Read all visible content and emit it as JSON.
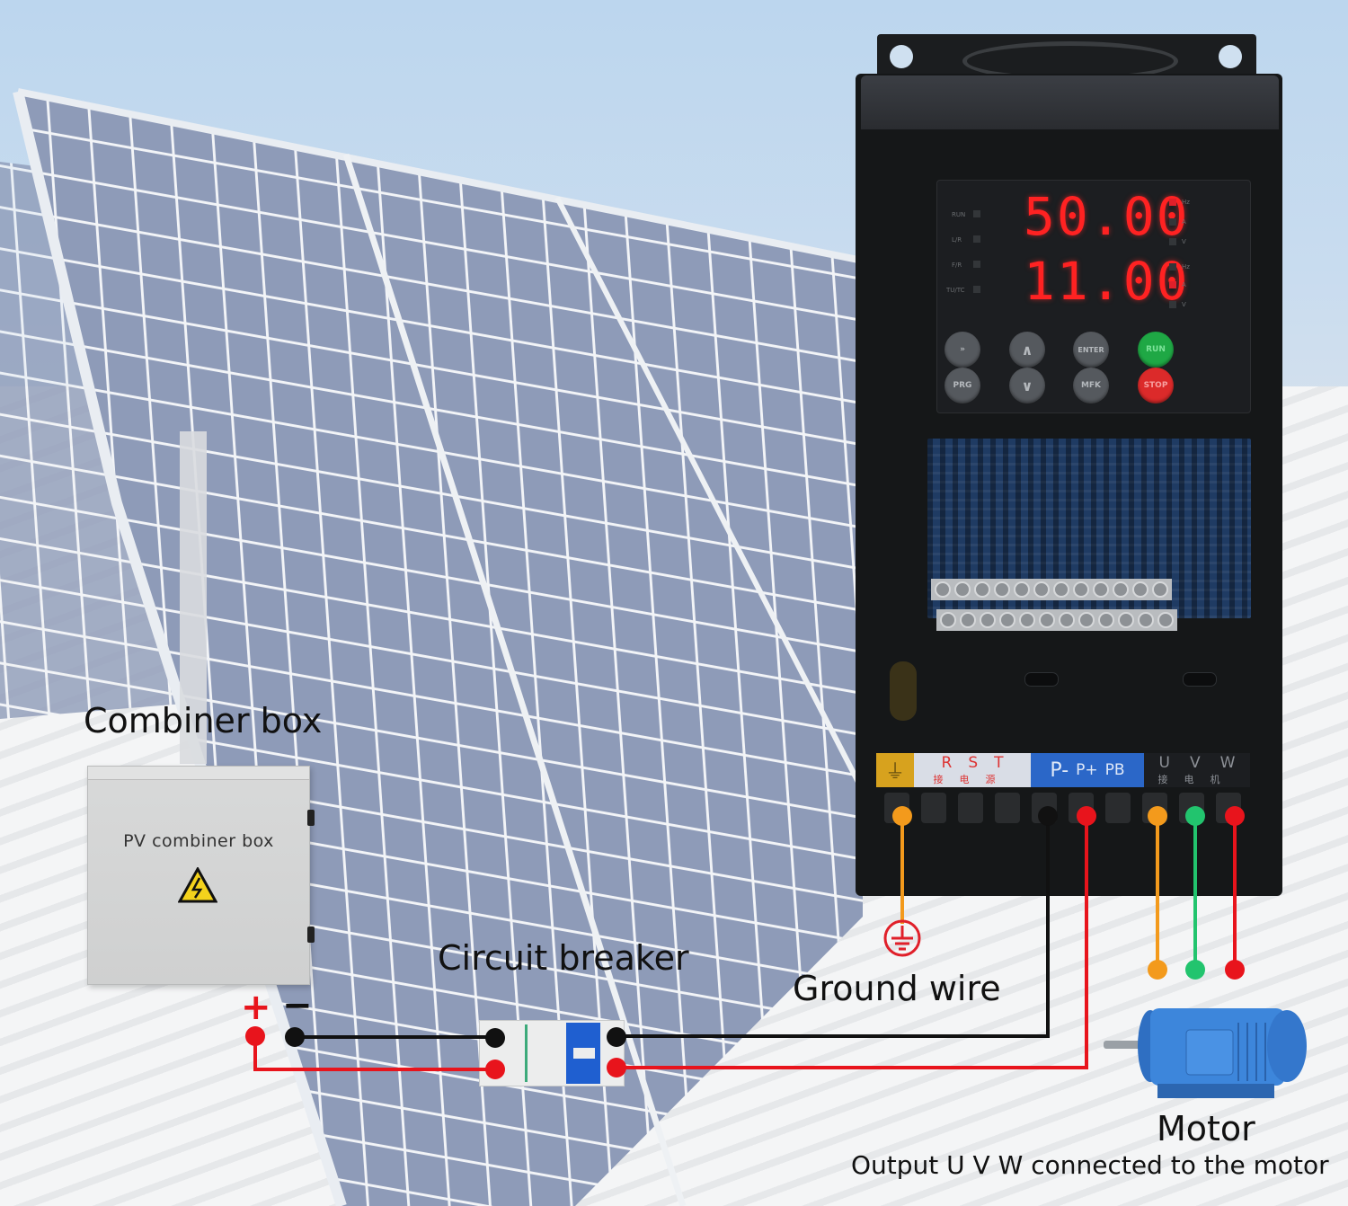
{
  "labels": {
    "combiner_box": "Combiner box",
    "circuit_breaker": "Circuit breaker",
    "ground_wire": "Ground wire",
    "motor": "Motor",
    "motor_caption": "Output U V W connected to the motor"
  },
  "combiner_box": {
    "text": "PV combiner box",
    "warning_icon": "high-voltage-warning-icon"
  },
  "dc_polarity": {
    "plus": "+",
    "minus": "−"
  },
  "vfd": {
    "display_top": "50.00",
    "display_bottom": "11.00",
    "status_indicators": [
      "RUN",
      "L/R",
      "F/R",
      "TU/TC"
    ],
    "unit_indicators_top": [
      "Hz",
      "A",
      "V"
    ],
    "unit_indicators_bottom": [
      "Hz",
      "A",
      "V"
    ],
    "active_unit_top": "Hz",
    "active_unit_bottom": "A",
    "buttons": [
      {
        "label": "»",
        "name": "shift"
      },
      {
        "label": "∧",
        "name": "up"
      },
      {
        "label": "ENTER",
        "name": "enter"
      },
      {
        "label": "RUN",
        "name": "run"
      },
      {
        "label": "PRG",
        "name": "prg"
      },
      {
        "label": "∨",
        "name": "down"
      },
      {
        "label": "MFK",
        "name": "mfk"
      },
      {
        "label": "STOP",
        "name": "stop"
      }
    ],
    "terminals": {
      "ground": "⏚",
      "input": [
        "R",
        "S",
        "T"
      ],
      "input_cn": "接电源",
      "dc": [
        "P-",
        "P+",
        "PB"
      ],
      "output": [
        "U",
        "V",
        "W"
      ],
      "output_cn": "接电机"
    }
  },
  "wire_colors": {
    "ground": "#f39a1c",
    "positive": "#e8141c",
    "negative": "#111111",
    "u": "#f39a1c",
    "v": "#22c46e",
    "w": "#e8141c"
  }
}
